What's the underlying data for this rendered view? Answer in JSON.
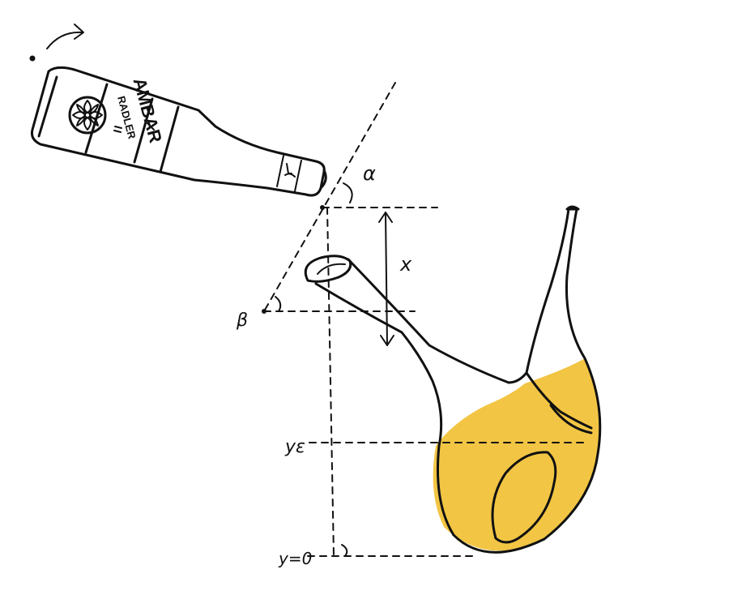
{
  "figure": {
    "bottle": {
      "brand_line1": "AMBAR",
      "brand_line2": "RADLER"
    },
    "labels": {
      "alpha": "α",
      "beta": "β",
      "x": "x",
      "y_epsilon": "yε",
      "y_zero": "y=0"
    },
    "colors": {
      "liquid": "#F2C544",
      "ink": "#111111",
      "background": "#FFFFFF"
    }
  }
}
